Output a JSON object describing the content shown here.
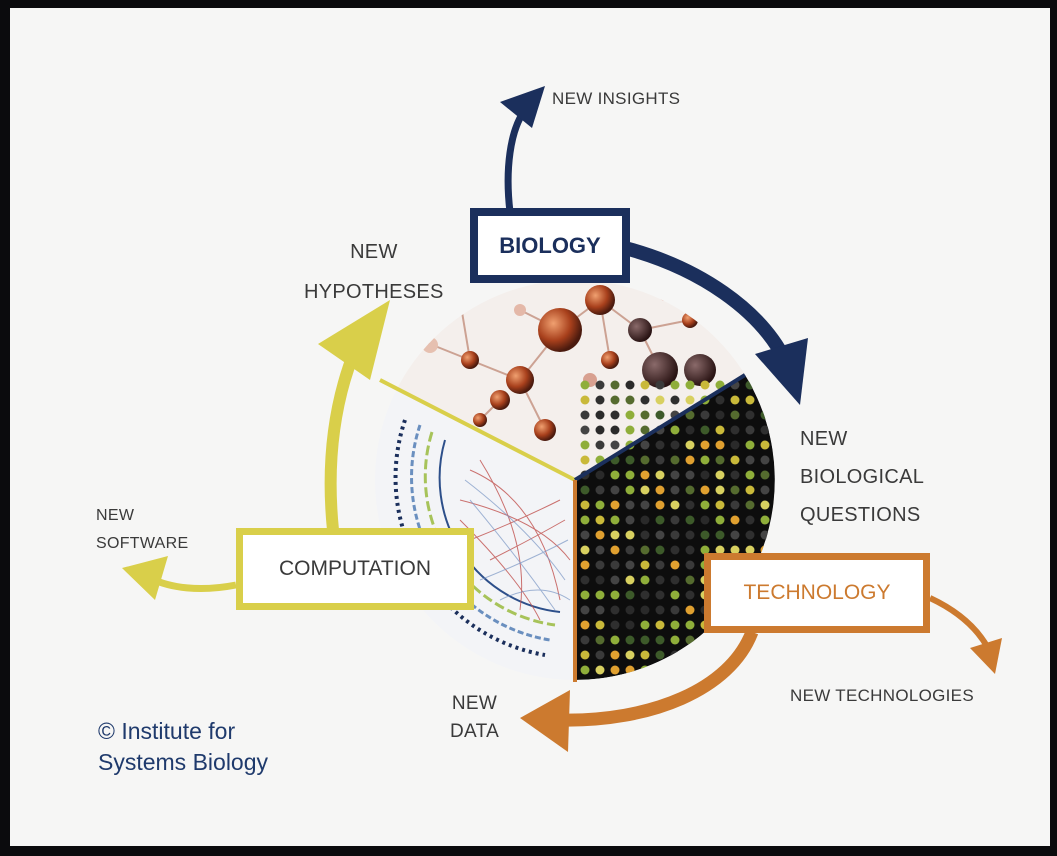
{
  "diagram": {
    "boxes": {
      "biology": "BIOLOGY",
      "computation": "COMPUTATION",
      "technology": "TECHNOLOGY"
    },
    "outputs": {
      "new_insights": "NEW INSIGHTS",
      "new_hypotheses": "NEW\nHYPOTHESES",
      "new_biological_questions": "NEW\nBIOLOGICAL\nQUESTIONS",
      "new_software": "NEW\nSOFTWARE",
      "new_technologies": "NEW TECHNOLOGIES",
      "new_data": "NEW\nDATA"
    },
    "credit": "© Institute for\nSystems Biology",
    "colors": {
      "biology": "#1b2f5c",
      "computation": "#d9cf4a",
      "technology": "#cc7a2f",
      "background": "#f6f6f5",
      "frame": "#0b0b0d"
    }
  }
}
